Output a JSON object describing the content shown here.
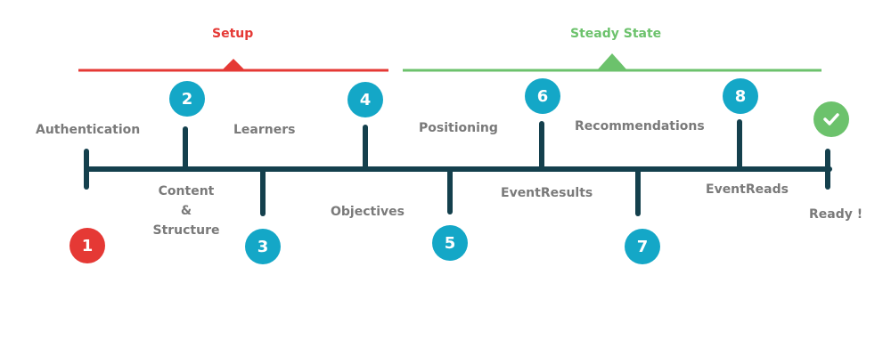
{
  "colors": {
    "setup": "#e53935",
    "steady": "#6cc26c",
    "timeline": "#14404d",
    "step_circle": "#14a7c7",
    "first_circle": "#e53935",
    "ready_check": "#6cc26c",
    "label": "#7a7a7a"
  },
  "phases": {
    "setup": "Setup",
    "steady": "Steady State"
  },
  "steps": [
    {
      "number": "1",
      "label": "Authentication"
    },
    {
      "number": "2",
      "label_lines": [
        "Content",
        "&",
        "Structure"
      ]
    },
    {
      "number": "3",
      "label": "Learners"
    },
    {
      "number": "4",
      "label": "Objectives"
    },
    {
      "number": "5",
      "label": "Positioning"
    },
    {
      "number": "6",
      "label": "EventResults"
    },
    {
      "number": "7",
      "label": "Recommendations"
    },
    {
      "number": "8",
      "label": "EventReads"
    }
  ],
  "final": {
    "label": "Ready !",
    "icon": "check-icon"
  }
}
